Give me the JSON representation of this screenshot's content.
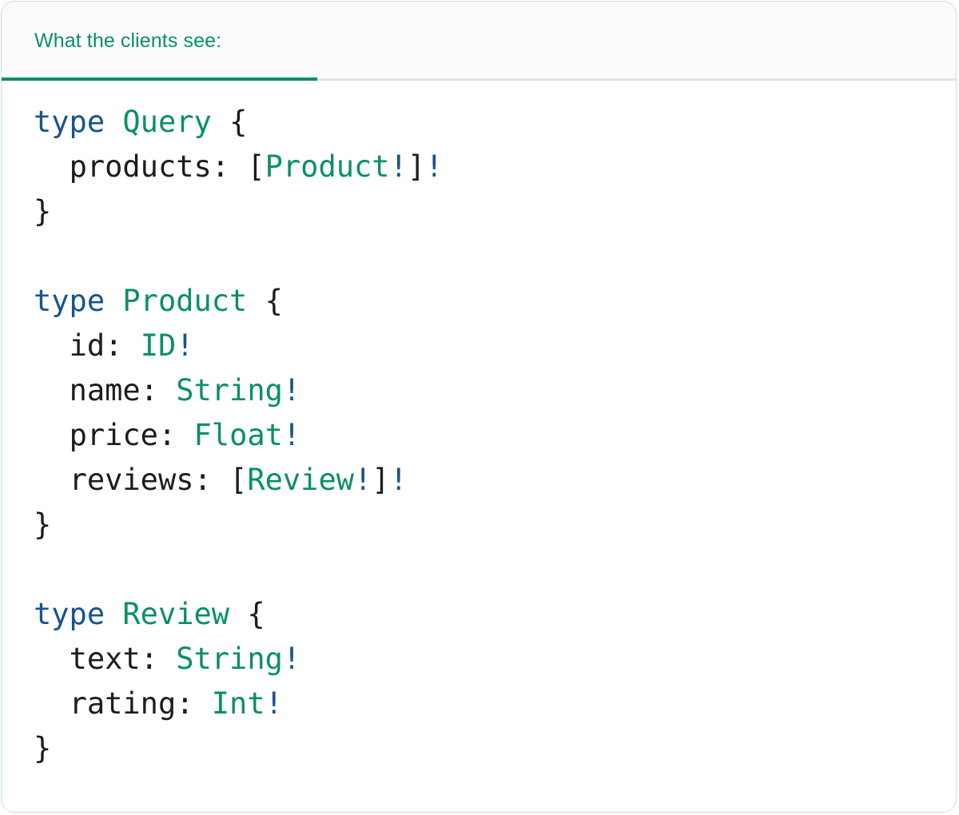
{
  "card": {
    "border_color": "#c5e3d3",
    "background": "#ffffff"
  },
  "tabs": {
    "active_index": 0,
    "items": [
      {
        "label": "What the clients see:",
        "active": true
      }
    ],
    "active_color": "#0a8f68",
    "rule_color": "#e4e4e4",
    "bar_background": "#fbfbfb"
  },
  "code": {
    "language": "graphql",
    "colors": {
      "keyword": "#16548f",
      "type": "#0a8f68",
      "field": "#1c1c1c",
      "punctuation": "#1c1c1c",
      "non_null_bang": "#16548f",
      "brace": "#1c1c1c"
    },
    "text": "type Query {\n  products: [Product!]!\n}\n\ntype Product {\n  id: ID!\n  name: String!\n  price: Float!\n  reviews: [Review!]!\n}\n\ntype Review {\n  text: String!\n  rating: Int!\n}",
    "lines": [
      {
        "indent": 0,
        "tokens": [
          {
            "t": "type",
            "c": "kw"
          },
          {
            "t": " ",
            "c": "punct"
          },
          {
            "t": "Query",
            "c": "type"
          },
          {
            "t": " ",
            "c": "punct"
          },
          {
            "t": "{",
            "c": "brace"
          }
        ]
      },
      {
        "indent": 2,
        "tokens": [
          {
            "t": "products",
            "c": "field"
          },
          {
            "t": ": ",
            "c": "punct"
          },
          {
            "t": "[",
            "c": "punct"
          },
          {
            "t": "Product",
            "c": "type"
          },
          {
            "t": "!",
            "c": "bang"
          },
          {
            "t": "]",
            "c": "punct"
          },
          {
            "t": "!",
            "c": "bang"
          }
        ]
      },
      {
        "indent": 0,
        "tokens": [
          {
            "t": "}",
            "c": "brace"
          }
        ]
      },
      {
        "indent": 0,
        "tokens": []
      },
      {
        "indent": 0,
        "tokens": [
          {
            "t": "type",
            "c": "kw"
          },
          {
            "t": " ",
            "c": "punct"
          },
          {
            "t": "Product",
            "c": "type"
          },
          {
            "t": " ",
            "c": "punct"
          },
          {
            "t": "{",
            "c": "brace"
          }
        ]
      },
      {
        "indent": 2,
        "tokens": [
          {
            "t": "id",
            "c": "field"
          },
          {
            "t": ": ",
            "c": "punct"
          },
          {
            "t": "ID",
            "c": "type"
          },
          {
            "t": "!",
            "c": "bang"
          }
        ]
      },
      {
        "indent": 2,
        "tokens": [
          {
            "t": "name",
            "c": "field"
          },
          {
            "t": ": ",
            "c": "punct"
          },
          {
            "t": "String",
            "c": "type"
          },
          {
            "t": "!",
            "c": "bang"
          }
        ]
      },
      {
        "indent": 2,
        "tokens": [
          {
            "t": "price",
            "c": "field"
          },
          {
            "t": ": ",
            "c": "punct"
          },
          {
            "t": "Float",
            "c": "type"
          },
          {
            "t": "!",
            "c": "bang"
          }
        ]
      },
      {
        "indent": 2,
        "tokens": [
          {
            "t": "reviews",
            "c": "field"
          },
          {
            "t": ": ",
            "c": "punct"
          },
          {
            "t": "[",
            "c": "punct"
          },
          {
            "t": "Review",
            "c": "type"
          },
          {
            "t": "!",
            "c": "bang"
          },
          {
            "t": "]",
            "c": "punct"
          },
          {
            "t": "!",
            "c": "bang"
          }
        ]
      },
      {
        "indent": 0,
        "tokens": [
          {
            "t": "}",
            "c": "brace"
          }
        ]
      },
      {
        "indent": 0,
        "tokens": []
      },
      {
        "indent": 0,
        "tokens": [
          {
            "t": "type",
            "c": "kw"
          },
          {
            "t": " ",
            "c": "punct"
          },
          {
            "t": "Review",
            "c": "type"
          },
          {
            "t": " ",
            "c": "punct"
          },
          {
            "t": "{",
            "c": "brace"
          }
        ]
      },
      {
        "indent": 2,
        "tokens": [
          {
            "t": "text",
            "c": "field"
          },
          {
            "t": ": ",
            "c": "punct"
          },
          {
            "t": "String",
            "c": "type"
          },
          {
            "t": "!",
            "c": "bang"
          }
        ]
      },
      {
        "indent": 2,
        "tokens": [
          {
            "t": "rating",
            "c": "field"
          },
          {
            "t": ": ",
            "c": "punct"
          },
          {
            "t": "Int",
            "c": "type"
          },
          {
            "t": "!",
            "c": "bang"
          }
        ]
      },
      {
        "indent": 0,
        "tokens": [
          {
            "t": "}",
            "c": "brace"
          }
        ]
      }
    ]
  }
}
